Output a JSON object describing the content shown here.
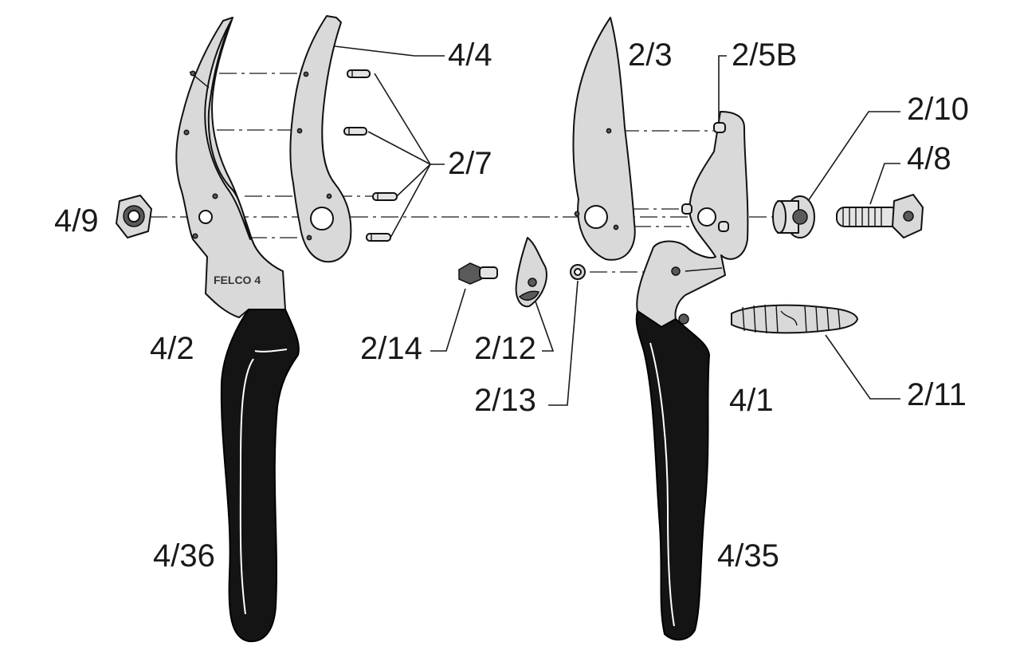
{
  "diagram": {
    "labels": {
      "p_4_4": "4/4",
      "p_2_3": "2/3",
      "p_2_5b": "2/5B",
      "p_2_10": "2/10",
      "p_4_8": "4/8",
      "p_2_7": "2/7",
      "p_4_9": "4/9",
      "p_4_2": "4/2",
      "p_2_14": "2/14",
      "p_2_12": "2/12",
      "p_2_13": "2/13",
      "p_4_1": "4/1",
      "p_2_11": "2/11",
      "p_4_36": "4/36",
      "p_4_35": "4/35"
    },
    "brand_stamp": "FELCO 4"
  }
}
